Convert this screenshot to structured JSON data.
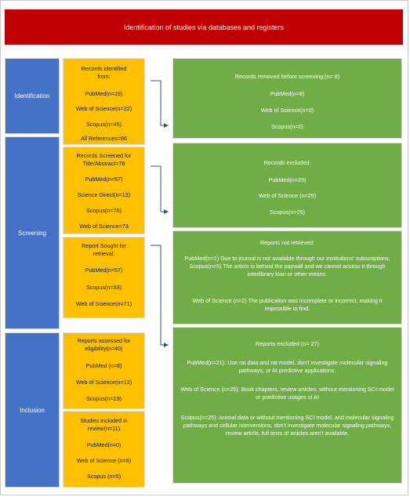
{
  "header": {
    "title": "Identification of studies via databases and registers"
  },
  "stages": {
    "identification": "Identification",
    "screening": "Screening",
    "inclusion": "Inclusion"
  },
  "records_identified": {
    "title_l1": "Records identified",
    "title_l2": "from:",
    "pubmed": "PubMed(n=19)",
    "wos": "Web of Science(n=22)",
    "scopus": "Scopus(n=45)",
    "all": "All References=86"
  },
  "records_removed": {
    "title": "Records removed before screening:(n= 8)",
    "pubmed": "PubMed(n=8)",
    "wos": "Web of Science(n=0)",
    "scopus": "Scopus(n=0)"
  },
  "records_screened": {
    "title_l1": "Records Screened for",
    "title_l2": "Title/Abstract=78",
    "pubmed": "PubMed(n=57)",
    "sciencedirect": "Science Direct(n=13)",
    "scopus": "Scopus(n=76)",
    "wos": "Web of Science=73"
  },
  "records_excluded": {
    "title": "Records excluded:",
    "pubmed": "PubMed(n=29)",
    "wos": "Web of Science (n=25)",
    "scopus": "Scopus(n=25)"
  },
  "reports_sought": {
    "title_l1": "Report Sought for",
    "title_l2": "retrieval:",
    "pubmed": "PubMed(n=57)",
    "scopus": "Scopus(n=33)",
    "wos": "Web of Science(n=71)"
  },
  "reports_not_retrieved": {
    "title": "Reports not retrieved:",
    "para1": "PubMed(n=1) Due to journal is not available through our institutions' subscriptions; Scopus(n=5) The article is behind the paywall and we cannot access it through interlibrary loan or other means.",
    "para2": "Web of Science (n=2) The publication was incomplete or incorrect, making it impossible to find."
  },
  "reports_assessed": {
    "title_l1": "Reports assessed for",
    "title_l2": "eligibility(n=40)",
    "pubmed": "PubMed (n=8)",
    "wos": "Web of Science(n=13)",
    "scopus": "Scopus(n=19)"
  },
  "reports_excluded": {
    "title": "Reports excluded (n= 27)",
    "para1": "PubMed(n=21): Use rat data and rat model, don't investigate molecular signaling pathways, or AI predictive applications.",
    "para2": "Web of Science (n=25): Book chapters, review articles, without mentioning  SCI model or predictive usages of AI",
    "para3": "Scopus(n=25): Animal data or without mentioning SCI model, and molecular signaling pathways and cellular interventions, don't investigate molecular signaling pathways, review article, full texts of articles aren't available."
  },
  "studies_included": {
    "title_l1": "Studies included in",
    "title_l2": "review(n=11)",
    "pubmed": "PubMed(n=0)",
    "wos": "Web of Science (n=6)",
    "scopus": "Scopus (n=5)"
  },
  "colors": {
    "header": "#c00000",
    "stage": "#4472c4",
    "source_box": "#ffc000",
    "result_box": "#70ad47",
    "arrow": "#2f5597"
  }
}
